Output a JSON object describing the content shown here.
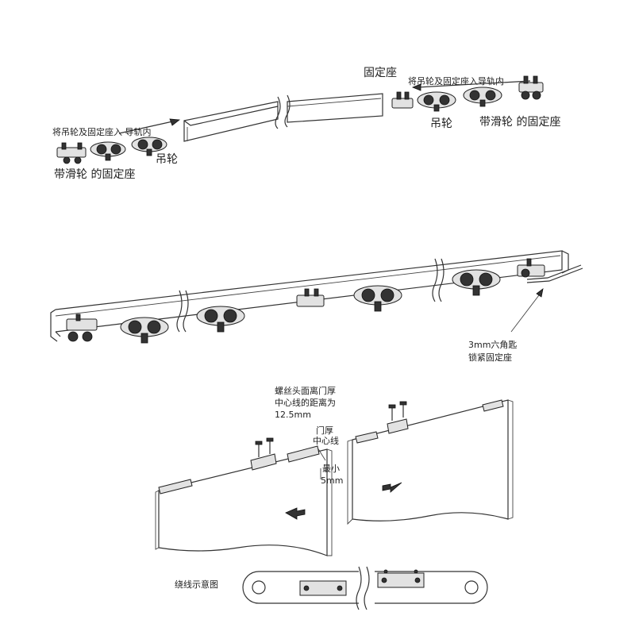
{
  "labels": {
    "insert_left": "将吊轮及固定座入 导轨内",
    "insert_right": "将吊轮及固定座入导轨内",
    "fixed_seat_top": "固定座",
    "hanger_wheel_left": "吊轮",
    "hanger_wheel_right": "吊轮",
    "seat_with_wheel_left": "带滑轮 的固定座",
    "seat_with_wheel_right": "带滑轮 的固定座",
    "hex_key_line1": "3mm六角匙",
    "hex_key_line2": "锁紧固定座",
    "screw_line1": "螺丝头面离门厚",
    "screw_line2": "中心线的距离为",
    "screw_line3": "12.5mm",
    "door_center_line1": "门厚",
    "door_center_line2": "中心线",
    "min_line1": "最小",
    "min_line2": "5mm",
    "wiring": "绕线示意图"
  }
}
